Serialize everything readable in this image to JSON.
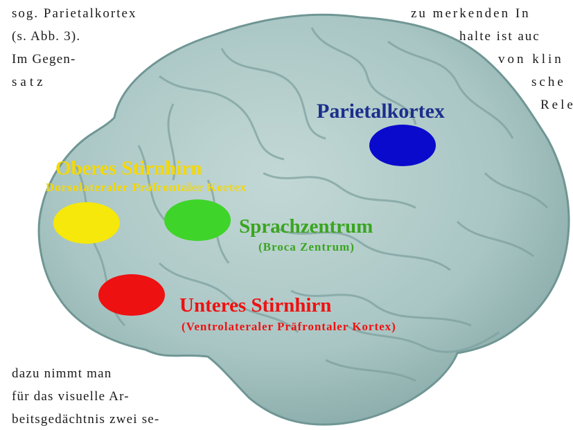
{
  "colors": {
    "brain_fill": "#a9c6c4",
    "parietal": "#0a0acc",
    "dorsolateral": "#f5e80a",
    "broca": "#3fd42a",
    "ventrolateral": "#ee1111",
    "parietal_text": "#1c2f8c",
    "yellow_text": "#f5d800",
    "green_text": "#3aa51f",
    "red_text": "#ee1111"
  },
  "text": {
    "left_top": [
      "sog. Parietalkortex",
      "(s. Abb. 3).",
      "Im Gegen-",
      "satz"
    ],
    "right_top": [
      "zu merkenden In",
      "halte ist auc",
      "von klin",
      "sche",
      "Rele"
    ],
    "bottom_left": [
      "dazu nimmt man",
      "für das visuelle Ar-",
      "beitsgedächtnis zwei se-"
    ]
  },
  "labels": {
    "parietal": "Parietalkortex",
    "superior_title": "Oberes Stirnhirn",
    "superior_sub": "Dorsolateraler  Präfrontaler Kortex",
    "broca_title": "Sprachzentrum",
    "broca_sub": "(Broca Zentrum)",
    "inferior_title": "Unteres Stirnhirn",
    "inferior_sub": "(Ventrolateraler Präfrontaler Kortex)"
  }
}
